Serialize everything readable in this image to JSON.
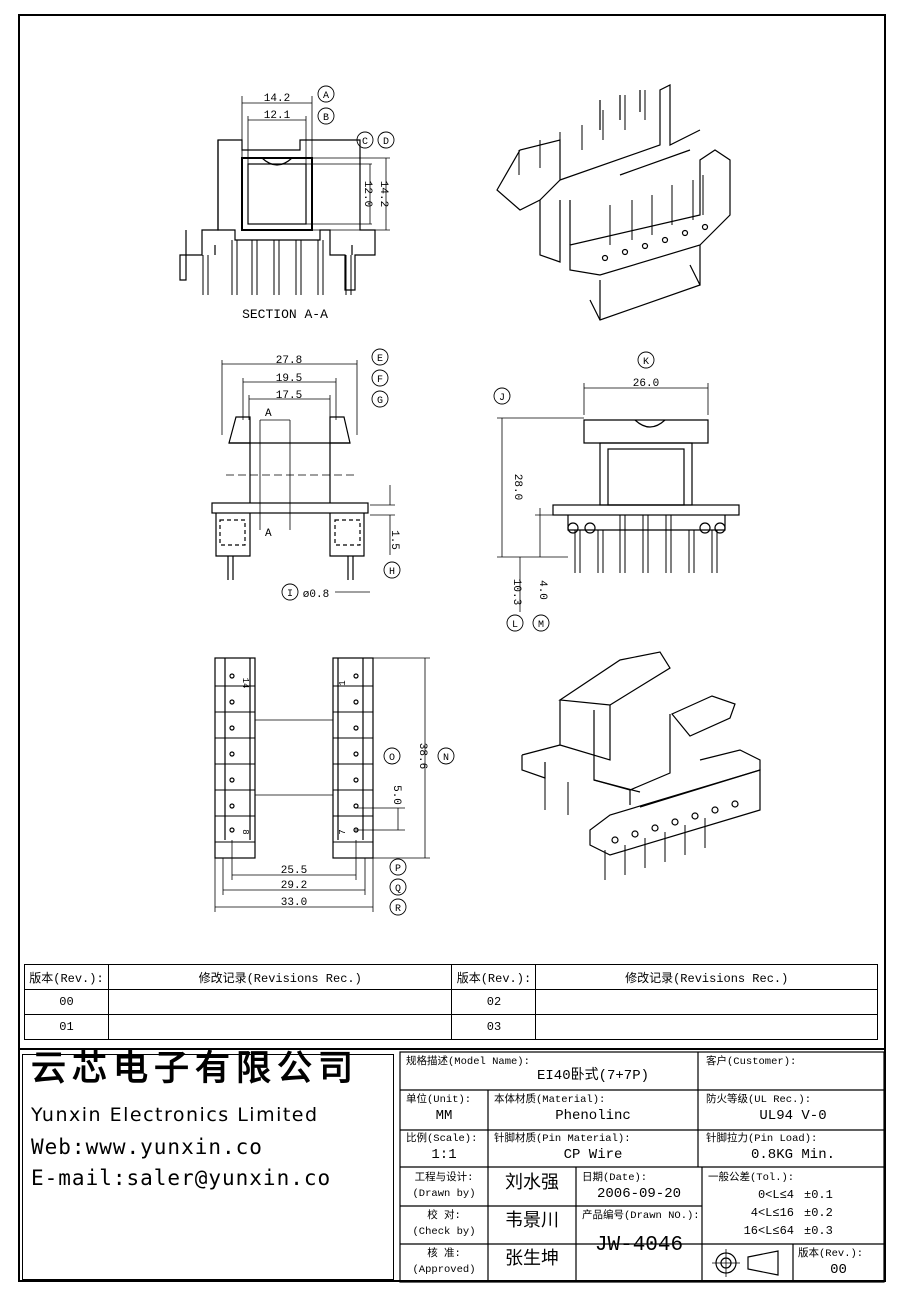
{
  "drawing": {
    "section_label": "SECTION  A-A",
    "section_dims": {
      "a": "14.2",
      "b": "12.1",
      "c": "12.0",
      "d": "14.2"
    },
    "front_dims": {
      "e": "27.8",
      "f": "19.5",
      "g": "17.5",
      "h": "1.5",
      "i": "ø0.8",
      "cut": "A"
    },
    "side_dims": {
      "k": "26.0",
      "j": "28.0",
      "l": "10.3",
      "m": "4.0"
    },
    "bottom_dims": {
      "o": "5.0",
      "n": "38.6",
      "p": "25.5",
      "q": "29.2",
      "r": "33.0"
    },
    "pin_numbers": {
      "left_top": "14",
      "left_bottom": "8",
      "right_top": "1",
      "right_bottom": "7"
    },
    "circle_labels": [
      "A",
      "B",
      "C",
      "D",
      "E",
      "F",
      "G",
      "H",
      "I",
      "J",
      "K",
      "L",
      "M",
      "N",
      "O",
      "P",
      "Q",
      "R"
    ]
  },
  "revisions": {
    "col_rev": "版本(Rev.):",
    "col_rec": "修改记录(Revisions Rec.)",
    "rows": [
      {
        "left": "00",
        "right": "02"
      },
      {
        "left": "01",
        "right": "03"
      }
    ]
  },
  "title_block": {
    "company_cn": "云芯电子有限公司",
    "company_en": "Yunxin Electronics Limited",
    "web": "Web:www.yunxin.co",
    "email": "E-mail:saler@yunxin.co",
    "model_label": "规格描述(Model Name):",
    "model_value": "EI40卧式(7+7P)",
    "customer_label": "客户(Customer):",
    "unit_label": "单位(Unit):",
    "unit_value": "MM",
    "material_label": "本体材质(Material):",
    "material_value": "Phenolinc",
    "ul_label": "防火等级(UL Rec.):",
    "ul_value": "UL94 V-0",
    "scale_label": "比例(Scale):",
    "scale_value": "1:1",
    "pin_mat_label": "针脚材质(Pin Material):",
    "pin_mat_value": "CP Wire",
    "pin_load_label": "针脚拉力(Pin Load):",
    "pin_load_value": "0.8KG Min.",
    "drawn_label_cn": "工程与设计:",
    "drawn_label_en": "(Drawn by)",
    "drawn_value": "刘水强",
    "date_label": "日期(Date):",
    "date_value": "2006-09-20",
    "tol_label": "一般公差(Tol.):",
    "tol_rows": [
      {
        "range": "0<L≤4",
        "tol": "±0.1"
      },
      {
        "range": "4<L≤16",
        "tol": "±0.2"
      },
      {
        "range": "16<L≤64",
        "tol": "±0.3"
      }
    ],
    "check_label_cn": "校  对:",
    "check_label_en": "(Check by)",
    "check_value": "韦景川",
    "drawn_no_label": "产品编号(Drawn NO.):",
    "drawn_no_value": "JW-4046",
    "approved_label_cn": "核  准:",
    "approved_label_en": "(Approved)",
    "approved_value": "张生坤",
    "rev_label": "版本(Rev.):",
    "rev_value": "00"
  }
}
